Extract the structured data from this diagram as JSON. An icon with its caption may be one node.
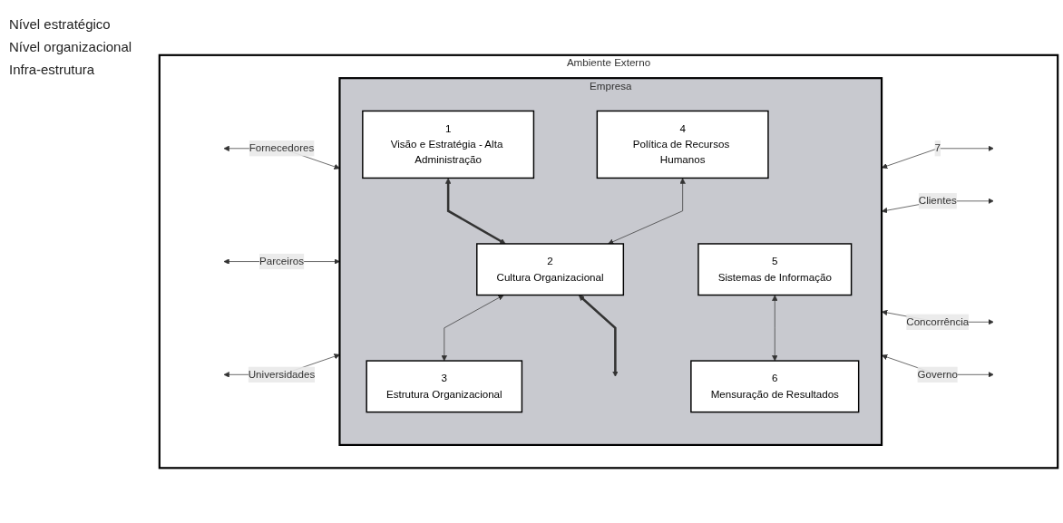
{
  "diagram": {
    "nodes": [
      {
        "text": [
          "Ambiente Externo"
        ]
      },
      {
        "text": [
          "Empresa"
        ],
        "in": 0
      },
      {
        "text": [
          "1",
          "Visão e Estratégia - Alta Administração"
        ],
        "in": 1
      },
      {
        "text": [
          "4",
          "Política de Recursos Humanos"
        ],
        "in": 1
      },
      {
        "text": [
          "2",
          "Cultura Organizacional"
        ],
        "in": 1
      },
      {
        "text": [
          "3",
          "Estrutura Organizacional"
        ],
        "in": 1
      },
      {
        "text": [
          "5",
          "Sistemas de Informação"
        ],
        "in": 1
      },
      {
        "text": [
          "6",
          "Mensuração de Resultados"
        ],
        "in": 1
      }
    ],
    "edges": [
      {
        "from": 1,
        "to": null,
        "arrow": "both",
        "label": "7"
      },
      {
        "from": 2,
        "to": 4,
        "arrow": "both",
        "style": "thick"
      },
      {
        "from": 3,
        "to": 4,
        "arrow": "both"
      },
      {
        "from": 4,
        "to": 5,
        "arrow": "both"
      },
      {
        "from": 4,
        "to": null,
        "arrow": "both",
        "style": "thick"
      },
      {
        "from": 6,
        "to": 7,
        "arrow": "both"
      },
      {
        "from": null,
        "to": 1,
        "arrow": "both",
        "label": "Fornecedores"
      },
      {
        "from": null,
        "to": 1,
        "arrow": "both",
        "label": "Parceiros"
      },
      {
        "from": null,
        "to": 1,
        "arrow": "both",
        "label": "Universidades"
      },
      {
        "from": 1,
        "to": null,
        "arrow": "both",
        "label": "Clientes"
      },
      {
        "from": 1,
        "to": null,
        "arrow": "both",
        "label": "Concorrência"
      },
      {
        "from": 1,
        "to": null,
        "arrow": "both",
        "label": "Governo"
      }
    ],
    "labels": [
      "Nível estratégico",
      "Nível organizacional",
      "Infra-estrutura"
    ]
  }
}
